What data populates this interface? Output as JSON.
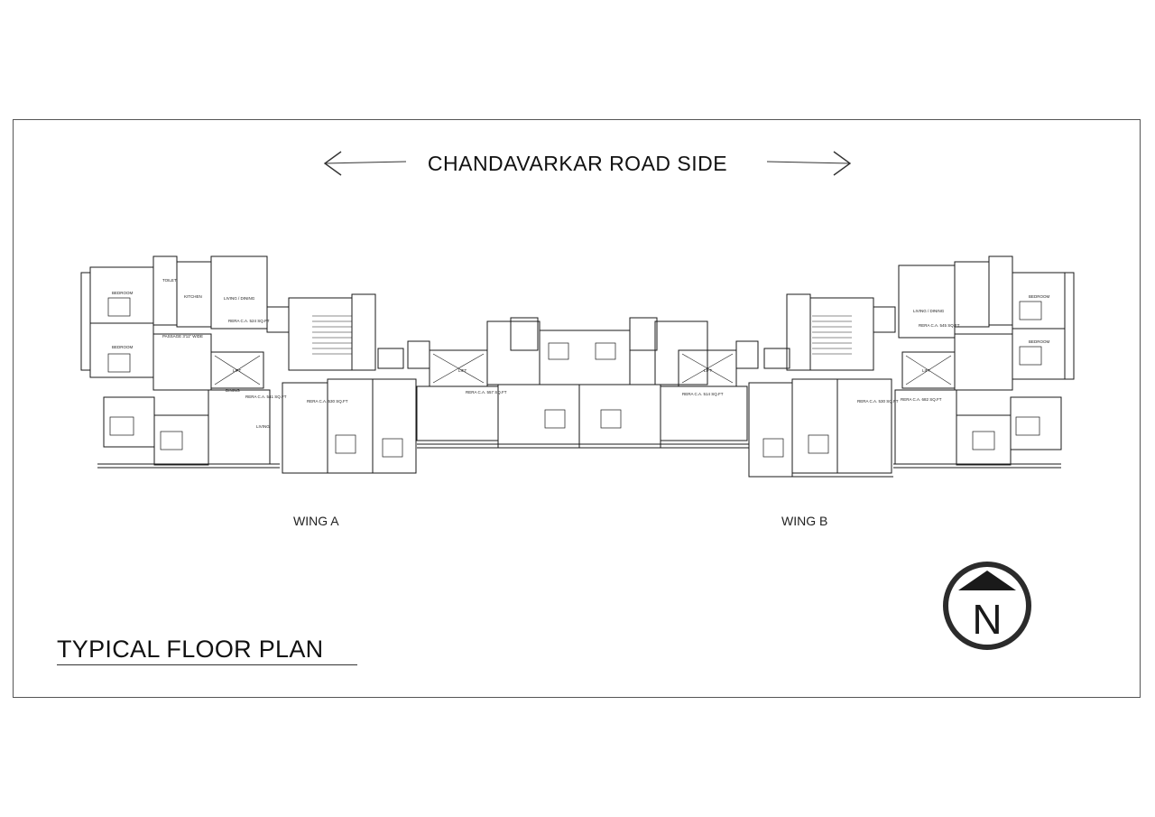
{
  "road_label": "CHANDAVARKAR ROAD SIDE",
  "wings": [
    {
      "label": "WING A"
    },
    {
      "label": "WING B"
    }
  ],
  "title": "TYPICAL FLOOR PLAN",
  "north_label": "N",
  "rera_labels": [
    "RERA C.A. 524 SQ.FT",
    "RERA C.A. 541 SQ.FT",
    "RERA C.A. 530 SQ.FT",
    "RERA C.A. 557 SQ.FT",
    "RERA C.A. 514 SQ.FT",
    "RERA C.A. 530 SQ.FT",
    "RERA C.A. 682 SQ.FT",
    "RERA C.A. 545 SQ.FT"
  ],
  "room_labels": {
    "bedroom": "BEDROOM",
    "toilet": "TOILET",
    "kitchen": "KITCHEN",
    "living_dining": "LIVING / DINING",
    "lift": "LIFT",
    "passage": "PASSAGE 3'11\" WIDE",
    "dining": "DINING",
    "living": "LIVING"
  },
  "colors": {
    "line": "#1a1a1a",
    "frame": "#555555",
    "north_ring": "#2b2b2b"
  }
}
